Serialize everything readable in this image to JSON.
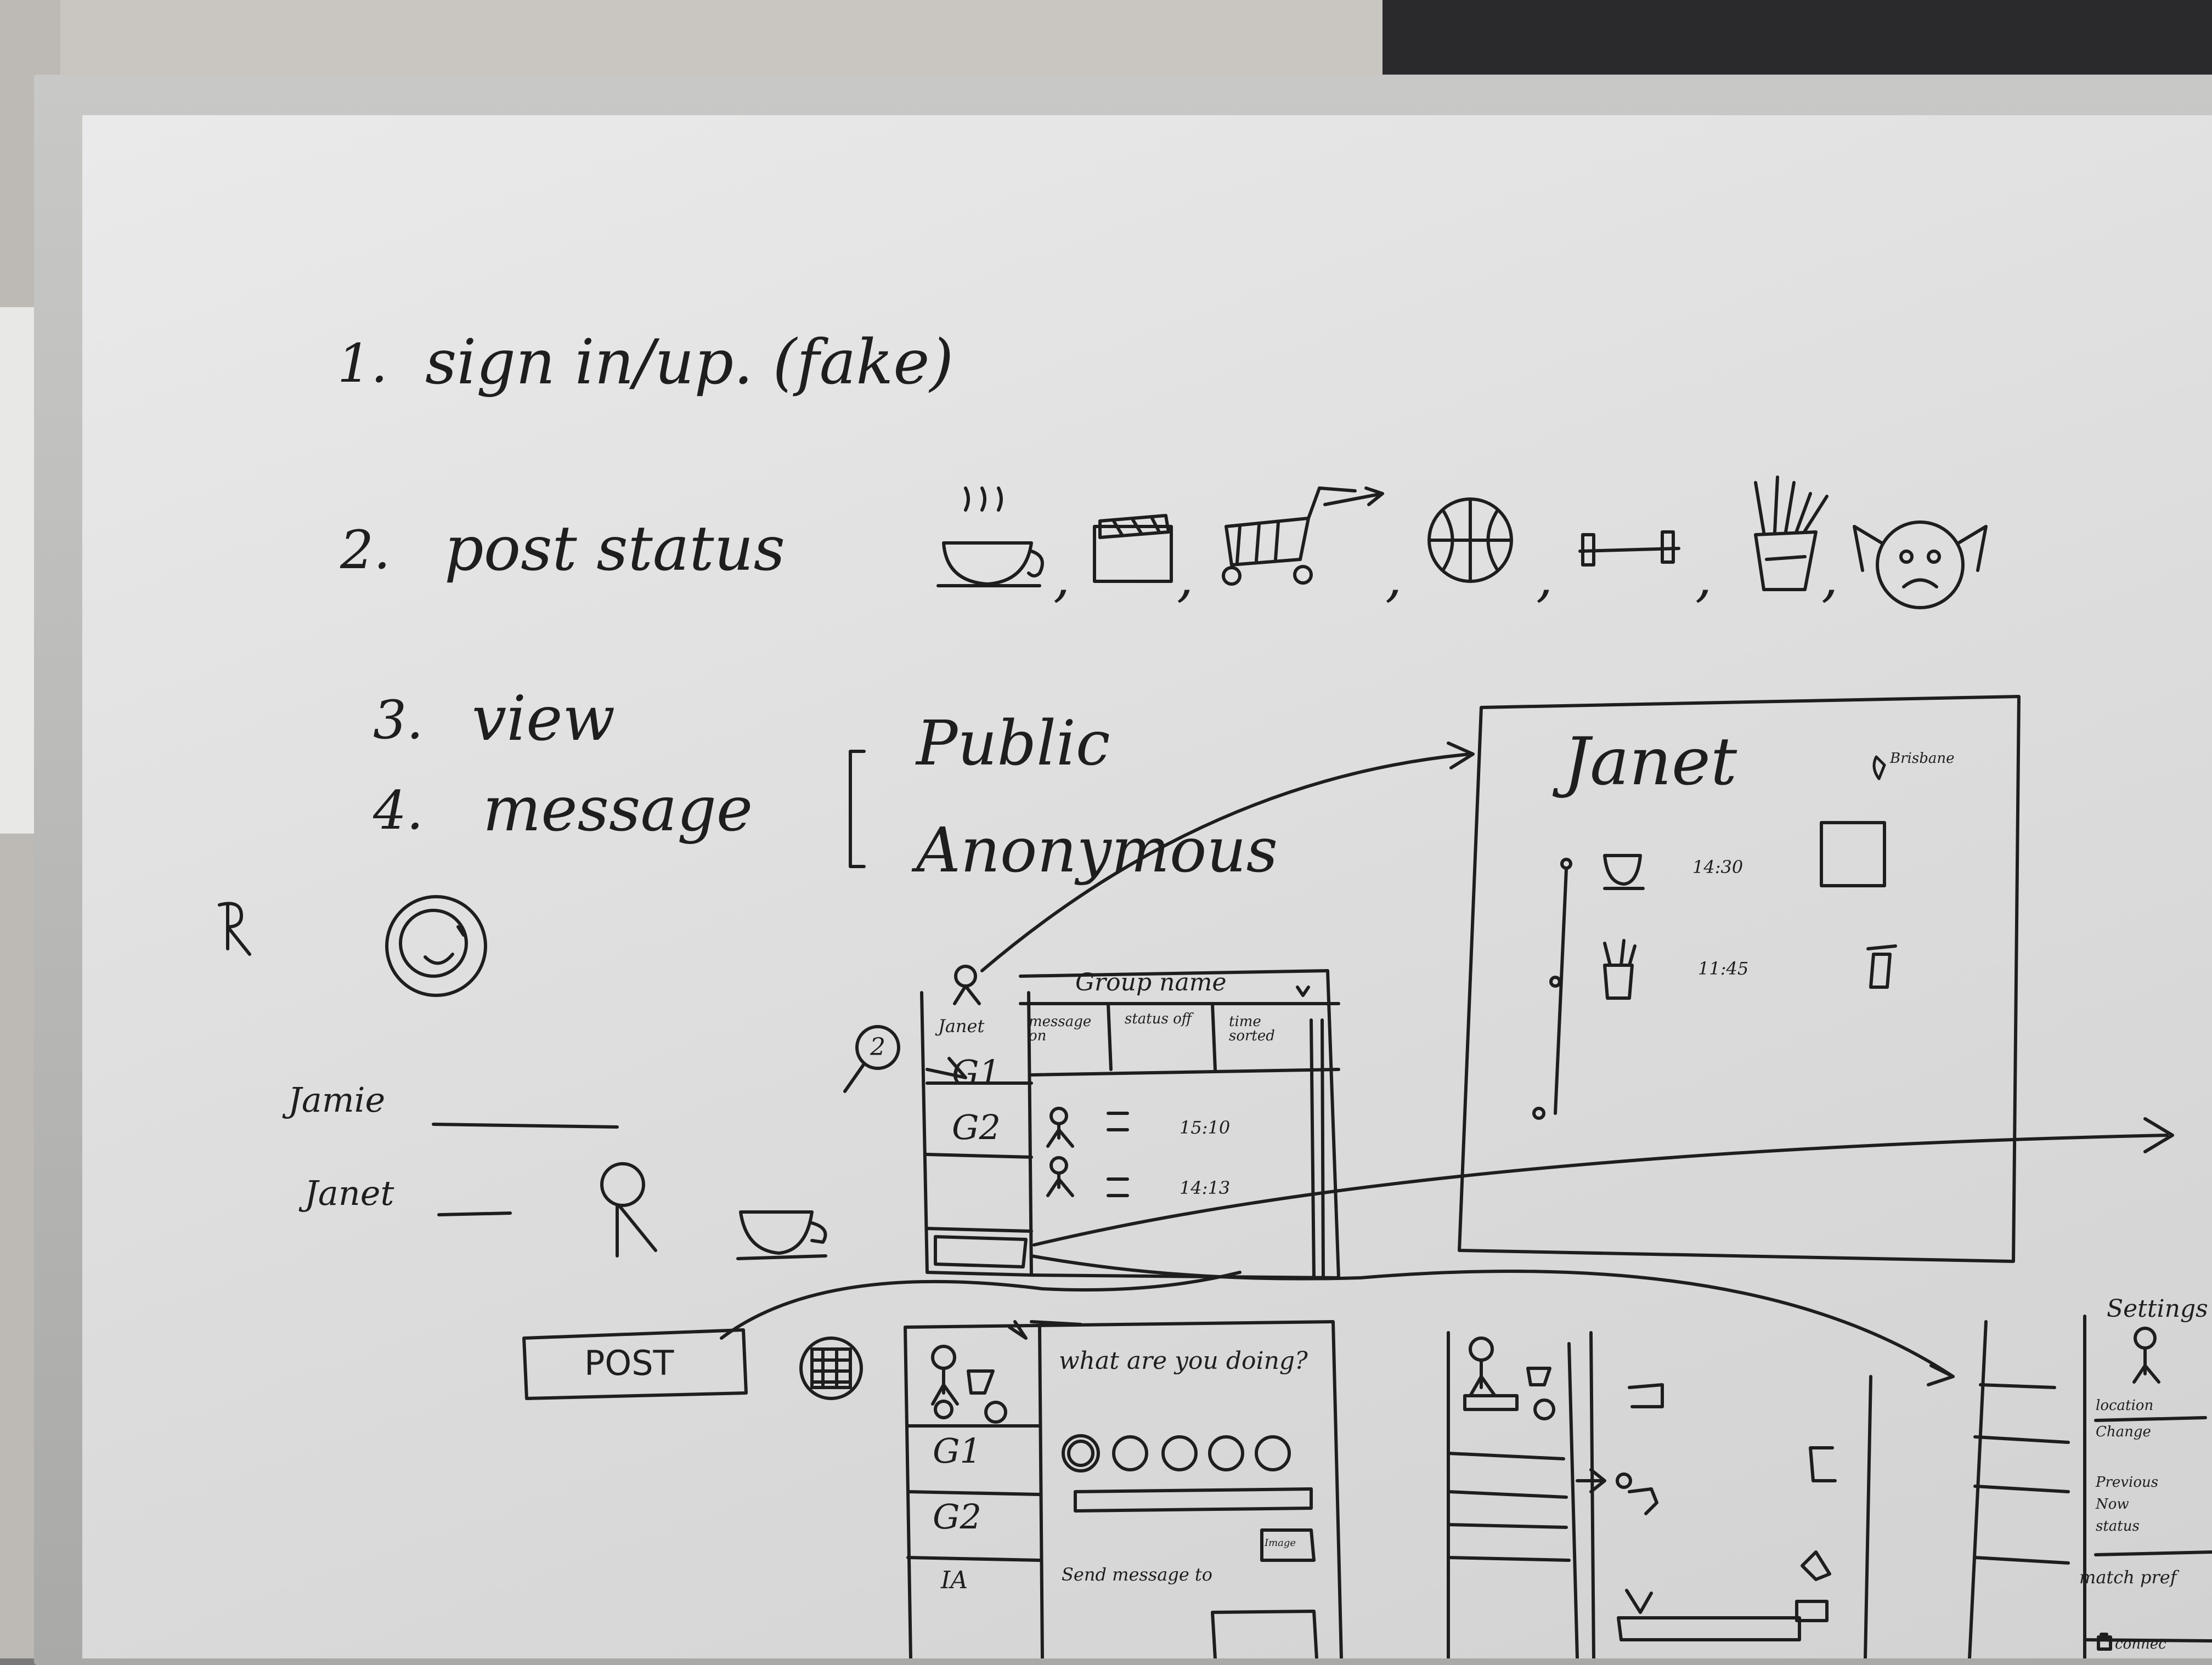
{
  "steps": [
    {
      "number": "1.",
      "text": "sign in/up. (fake)"
    },
    {
      "number": "2.",
      "text": "post status"
    },
    {
      "number": "3.",
      "text": "view"
    },
    {
      "number": "4.",
      "text": "message"
    }
  ],
  "message_options": [
    "Public",
    "Anonymous"
  ],
  "status_icons": [
    "coffee-cup-icon",
    "clapperboard-icon",
    "shopping-cart-icon",
    "basketball-icon",
    "dumbbell-icon",
    "fries-icon",
    "sad-dog-icon"
  ],
  "status_icon_separator": ",",
  "names_list": [
    "Jamie",
    "Janet"
  ],
  "notification_count": "2",
  "post_button_label": "POST",
  "group_sketch": {
    "user": "Janet",
    "header": "Group name",
    "tabs": [
      "message on",
      "status off",
      "time sorted"
    ],
    "groups": [
      "G1",
      "G2"
    ],
    "times": [
      "15:10",
      "14:13"
    ]
  },
  "profile_card": {
    "name": "Janet",
    "location": "Brisbane",
    "times": [
      "14:30",
      "11:45"
    ]
  },
  "post_sketch": {
    "prompt": "what are you doing?",
    "groups": [
      "G1",
      "G2",
      "IA"
    ],
    "send_label": "Send message to",
    "button": "Image"
  },
  "settings_sketch": {
    "title": "Settings",
    "location": "location",
    "change": "Change",
    "previous_line1": "Previous",
    "previous_line2": "Now",
    "previous_line3": "status",
    "match": "match pref",
    "connect": "connec"
  },
  "colors": {
    "ink": "#1e1e1e",
    "board": "#e2e2e2",
    "frame": "#b8b8b6"
  }
}
